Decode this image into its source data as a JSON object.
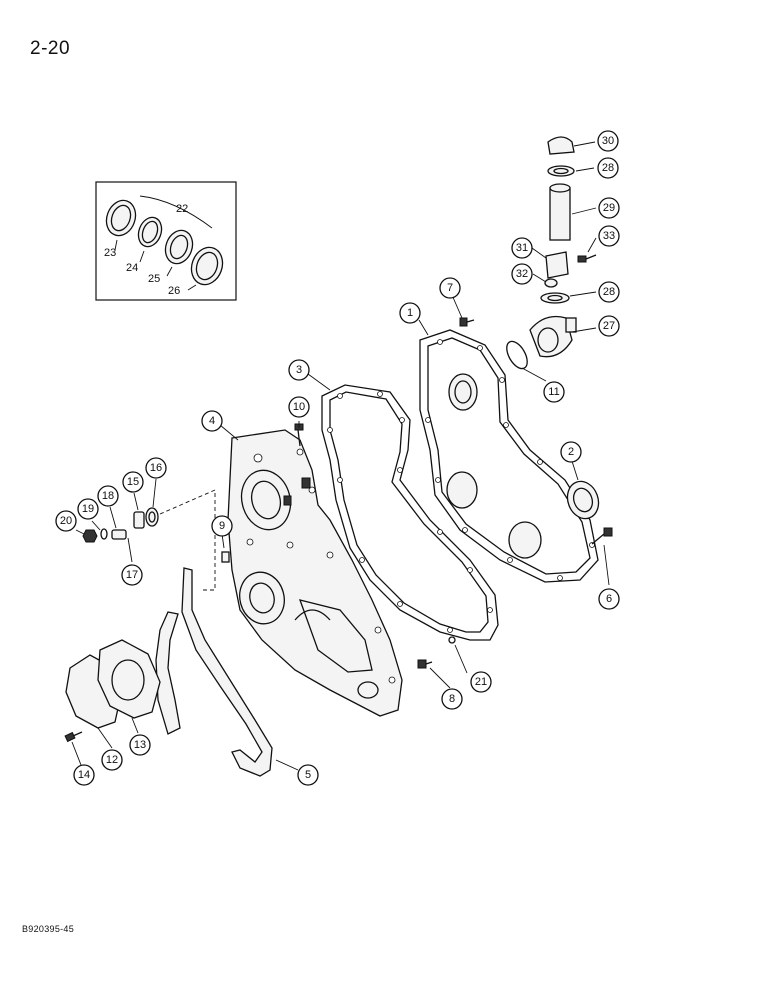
{
  "header": {
    "page_number": "2-20"
  },
  "footer": {
    "figure_code": "B920395-45"
  },
  "inset": {
    "group_label": "22"
  },
  "callouts": {
    "c1": "1",
    "c2": "2",
    "c3": "3",
    "c4": "4",
    "c5": "5",
    "c6": "6",
    "c7": "7",
    "c8": "8",
    "c9": "9",
    "c10": "10",
    "c11": "11",
    "c12": "12",
    "c13": "13",
    "c14": "14",
    "c15": "15",
    "c16": "16",
    "c17": "17",
    "c18": "18",
    "c19": "19",
    "c20": "20",
    "c21": "21",
    "c23": "23",
    "c24": "24",
    "c25": "25",
    "c26": "26",
    "c27": "27",
    "c28a": "28",
    "c28b": "28",
    "c29": "29",
    "c30": "30",
    "c31": "31",
    "c32": "32",
    "c33": "33"
  }
}
